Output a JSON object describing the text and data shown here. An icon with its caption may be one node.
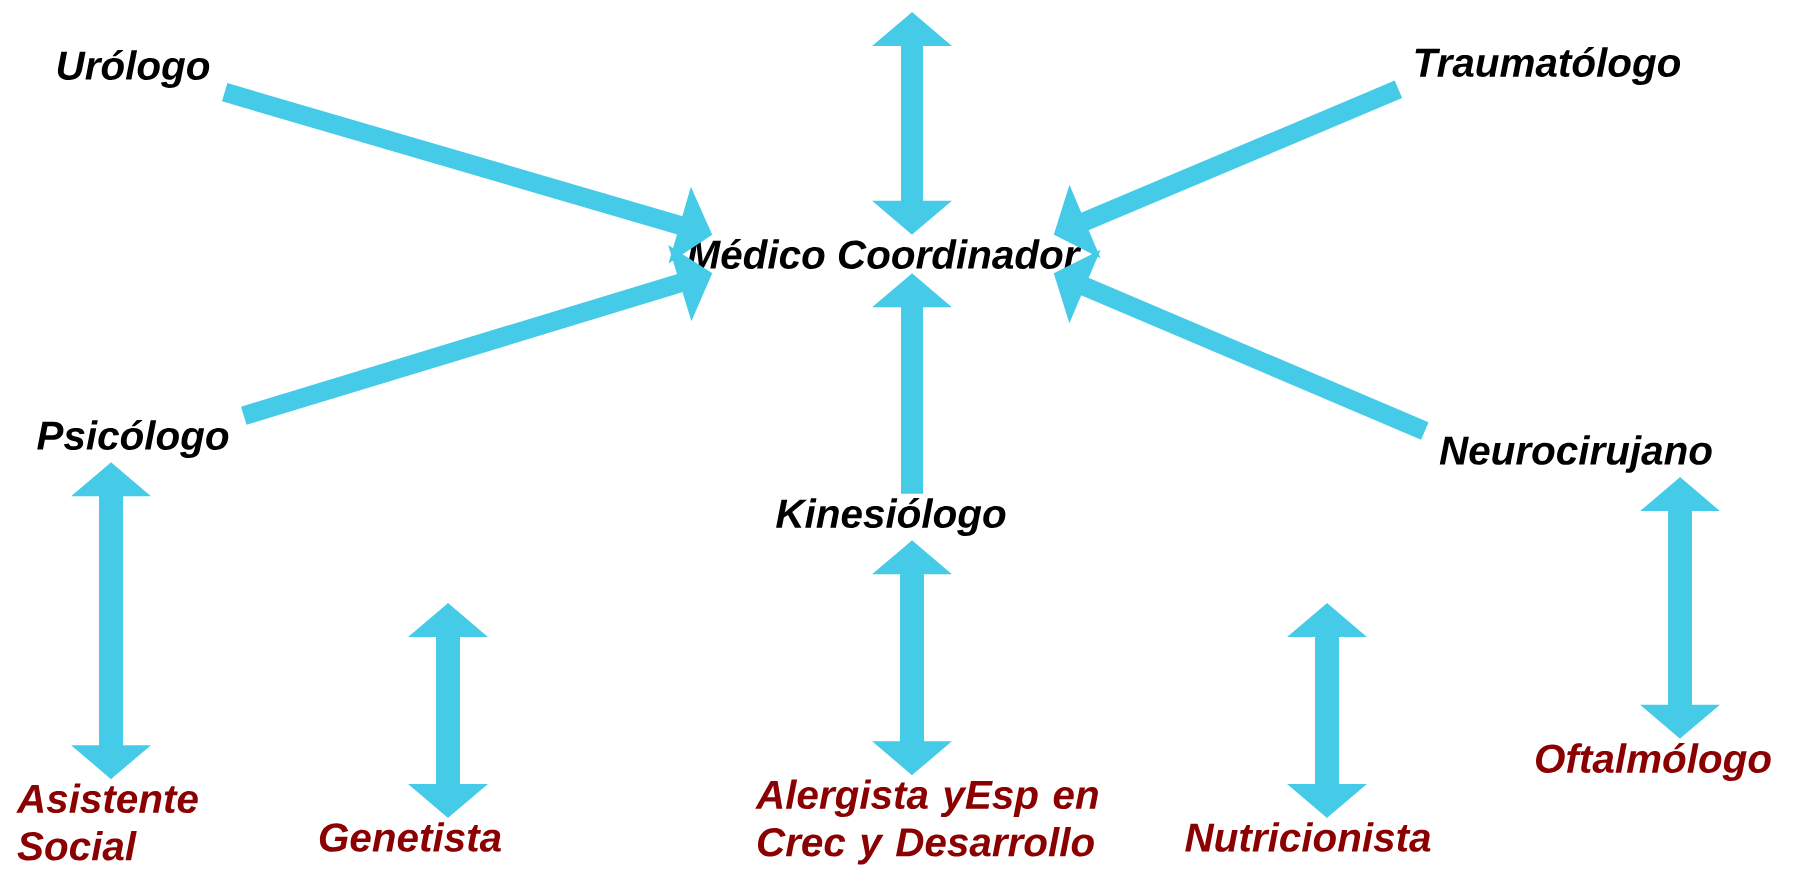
{
  "diagram": {
    "nodes": [
      {
        "text": [
          "Médico Coordinador"
        ]
      },
      {
        "text": [
          "Urólogo"
        ]
      },
      {
        "text": [
          "Traumatólogo"
        ]
      },
      {
        "text": [
          "Psicólogo"
        ]
      },
      {
        "text": [
          "Kinesiólogo"
        ]
      },
      {
        "text": [
          "Neurocirujano"
        ]
      },
      {
        "text": [
          "Asistente Social"
        ]
      },
      {
        "text": [
          "Genetista"
        ]
      },
      {
        "text": [
          "Alergista yEsp  en Crec y Desarrollo"
        ]
      },
      {
        "text": [
          "Nutricionista"
        ]
      },
      {
        "text": [
          "Oftalmólogo"
        ]
      }
    ],
    "edges": [
      {
        "from": null,
        "to": 0,
        "arrow": "both"
      },
      {
        "from": 1,
        "to": 0,
        "arrow": "to"
      },
      {
        "from": 2,
        "to": 0,
        "arrow": "to"
      },
      {
        "from": 3,
        "to": 0,
        "arrow": "to"
      },
      {
        "from": 4,
        "to": 0,
        "arrow": "to"
      },
      {
        "from": 5,
        "to": 0,
        "arrow": "to"
      },
      {
        "from": 3,
        "to": 6,
        "arrow": "both"
      },
      {
        "from": null,
        "to": 7,
        "arrow": "both"
      },
      {
        "from": 4,
        "to": 8,
        "arrow": "both"
      },
      {
        "from": null,
        "to": 9,
        "arrow": "both"
      },
      {
        "from": 5,
        "to": 10,
        "arrow": "both"
      }
    ]
  }
}
